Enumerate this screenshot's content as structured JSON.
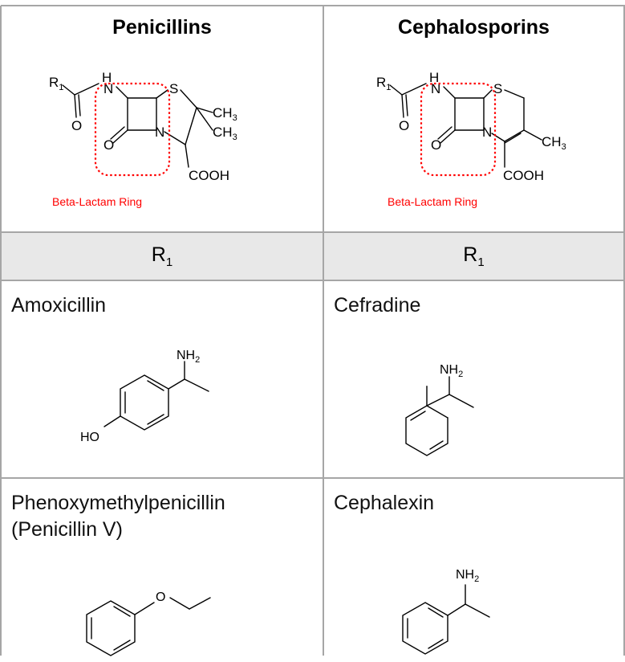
{
  "header": {
    "left_title": "Penicillins",
    "right_title": "Cephalosporins"
  },
  "core_structures": {
    "penicillin": {
      "labels": {
        "r1": "R",
        "r1_sub": "1",
        "h": "H",
        "n_amide": "N",
        "o_amide": "O",
        "o_lactam": "O",
        "n_ring": "N",
        "s": "S",
        "ch3_a": "CH",
        "ch3_a_sub": "3",
        "ch3_b": "CH",
        "ch3_b_sub": "3",
        "cooh": "COOH"
      },
      "ring_label": "Beta-Lactam Ring"
    },
    "cephalosporin": {
      "labels": {
        "r1": "R",
        "r1_sub": "1",
        "h": "H",
        "n_amide": "N",
        "o_amide": "O",
        "o_lactam": "O",
        "n_ring": "N",
        "s": "S",
        "ch3": "CH",
        "ch3_sub": "3",
        "cooh": "COOH"
      },
      "ring_label": "Beta-Lactam Ring"
    }
  },
  "r1_header": {
    "left": "R",
    "left_sub": "1",
    "right": "R",
    "right_sub": "1"
  },
  "rows": [
    {
      "left": {
        "name": "Amoxicillin",
        "labels": {
          "nh2": "NH",
          "nh2_sub": "2",
          "ho": "HO"
        }
      },
      "right": {
        "name": "Cefradine",
        "labels": {
          "nh2": "NH",
          "nh2_sub": "2"
        }
      }
    },
    {
      "left": {
        "name_line1": "Phenoxymethylpenicillin",
        "name_line2": "(Penicillin V)",
        "labels": {
          "o": "O"
        }
      },
      "right": {
        "name": "Cephalexin",
        "labels": {
          "nh2": "NH",
          "nh2_sub": "2"
        }
      }
    }
  ],
  "colors": {
    "grid_line": "#a6a6a6",
    "header_fill": "#e8e8e8",
    "bond": "#000000",
    "ring_highlight": "#ff0000",
    "ring_label": "#ff0000"
  }
}
